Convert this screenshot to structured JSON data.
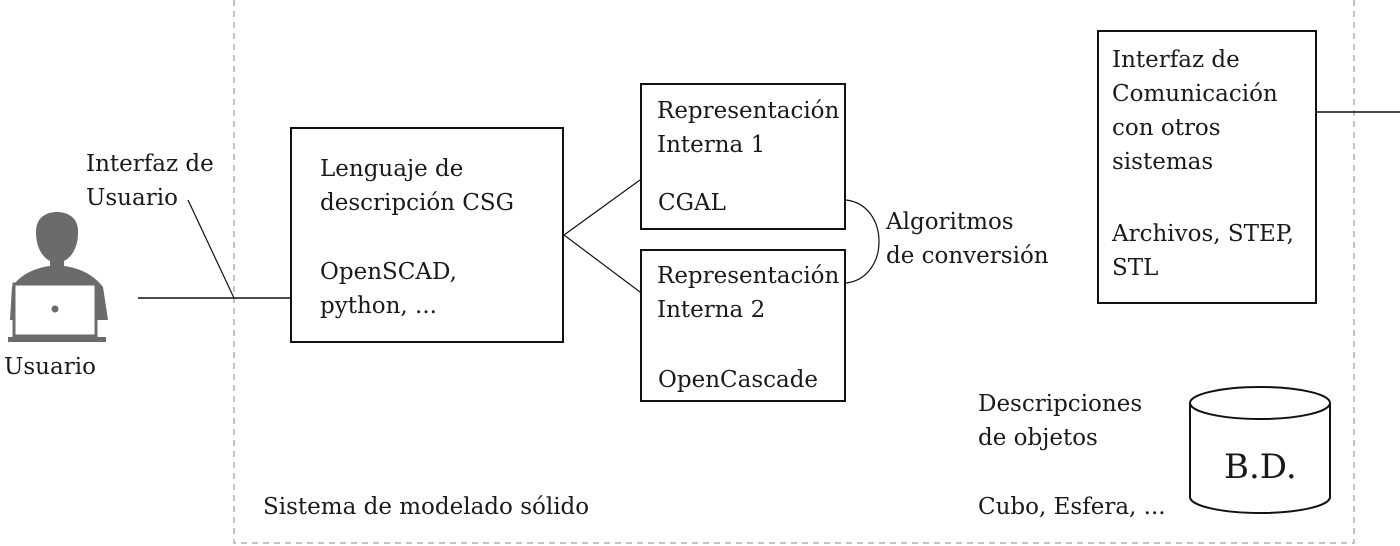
{
  "system_label": "Sistema de modelado sólido",
  "user": {
    "label": "Usuario",
    "interface_label": [
      "Interfaz de",
      "Usuario"
    ],
    "icon": "person-laptop-icon"
  },
  "csg_box": {
    "title": [
      "Lenguaje de",
      "descripción CSG"
    ],
    "examples": [
      "OpenSCAD,",
      "python, ..."
    ]
  },
  "rep1": {
    "title": [
      "Representación",
      "Interna 1"
    ],
    "engine": "CGAL"
  },
  "rep2": {
    "title": [
      "Representación",
      "Interna 2"
    ],
    "engine": "OpenCascade"
  },
  "conversion_label": [
    "Algoritmos",
    "de conversión"
  ],
  "comm_box": {
    "title": [
      "Interfaz de",
      "Comunicación",
      "con otros",
      "sistemas"
    ],
    "formats": [
      "Archivos, STEP,",
      "STL"
    ]
  },
  "database": {
    "description": [
      "Descripciones",
      "de objetos"
    ],
    "examples": "Cubo, Esfera, ...",
    "label": "B.D."
  },
  "colors": {
    "stroke": "#111111",
    "dashed_border": "#b0b0b0",
    "icon": "#6b6b6b"
  }
}
